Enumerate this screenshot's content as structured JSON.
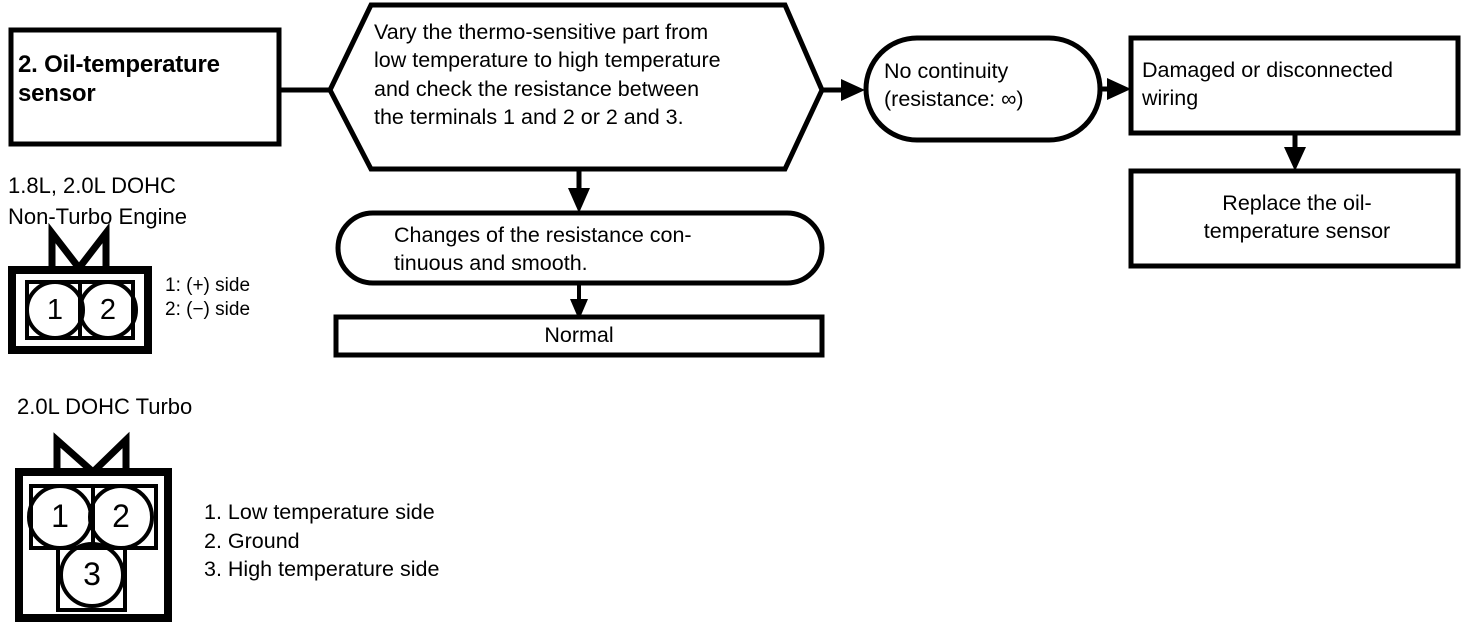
{
  "diagram": {
    "title_node": {
      "id": "oil-temperature-sensor",
      "label": "2.  Oil-temperature\nsensor",
      "shape": "rectangle"
    },
    "process_node": {
      "id": "vary-thermo-sensitive-part",
      "label": "Vary the thermo-sensitive part from\nlow temperature to high temperature\nand check the resistance between\nthe terminals 1 and 2 or 2 and 3.",
      "shape": "hexagon"
    },
    "result_fail": {
      "id": "no-continuity",
      "label": "No continuity\n(resistance:  ∞)",
      "shape": "stadium"
    },
    "cause_node": {
      "id": "damaged-or-disconnected-wiring",
      "label": "Damaged or disconnected\nwiring",
      "shape": "rectangle"
    },
    "action_node": {
      "id": "replace-the-oil-temperature-sensor",
      "label": "Replace the oil-\ntemperature sensor",
      "shape": "rectangle"
    },
    "result_pass": {
      "id": "changes-continuous-smooth",
      "label": "Changes of the resistance con-\ntinuous and smooth.",
      "shape": "stadium"
    },
    "verdict_node": {
      "id": "normal",
      "label": "Normal",
      "shape": "rectangle"
    }
  },
  "connectors": {
    "two_pin": {
      "caption": "1.8L, 2.0L DOHC\nNon-Turbo Engine",
      "pins": [
        "1",
        "2"
      ],
      "legend": "1: (+) side\n2: (−) side"
    },
    "three_pin": {
      "caption": "2.0L DOHC Turbo",
      "pins": [
        "1",
        "2",
        "3"
      ],
      "legend": "1. Low temperature side\n2. Ground\n3. High temperature side"
    }
  },
  "style": {
    "ink": "#000000",
    "paper": "#ffffff"
  }
}
